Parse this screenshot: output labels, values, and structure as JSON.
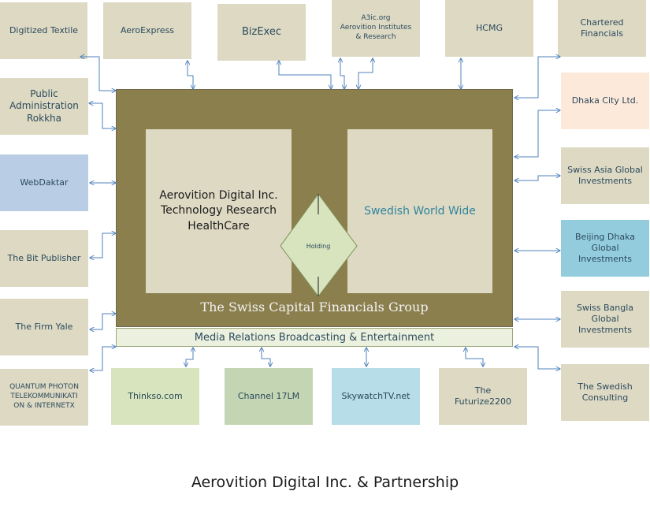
{
  "central": {
    "left_panel": "Aerovition Digital Inc.\nTechnology Research\nHealthCare",
    "right_panel": "Swedish World Wide",
    "holding": "Holding",
    "group_title": "The Swiss Capital Financials Group",
    "media_bar": "Media Relations Broadcasting & Entertainment"
  },
  "top_boxes": [
    {
      "label": "Digitized Textile"
    },
    {
      "label": "AeroExpress"
    },
    {
      "label": "BizExec"
    },
    {
      "label": "A3ic.org\nAerovition Institutes\n& Research"
    },
    {
      "label": "HCMG"
    },
    {
      "label": "Chartered\nFinancials"
    }
  ],
  "left_boxes": [
    {
      "label": "Public\nAdministration\nRokkha"
    },
    {
      "label": "WebDaktar"
    },
    {
      "label": "The Bit Publisher"
    },
    {
      "label": "The Firm Yale"
    },
    {
      "label": "QUANTUM PHOTON\nTELEKOMMUNIKATI\nON & INTERNETX"
    }
  ],
  "right_boxes": [
    {
      "label": "Dhaka City Ltd."
    },
    {
      "label": "Swiss Asia Global\nInvestments"
    },
    {
      "label": "Beijing Dhaka\nGlobal\nInvestments"
    },
    {
      "label": "Swiss Bangla\nGlobal\nInvestments"
    },
    {
      "label": "The Swedish\nConsulting"
    }
  ],
  "bottom_boxes": [
    {
      "label": "Thinkso.com"
    },
    {
      "label": "Channel 17LM"
    },
    {
      "label": "SkywatchTV.net"
    },
    {
      "label": "The\nFuturize2200"
    }
  ],
  "footer_title": "Aerovition Digital Inc. & Partnership",
  "colors": {
    "group_fill": "#8b7f4e",
    "panel_fill": "#ddd9c3",
    "arrow": "#4f81bd",
    "text": "#2c4a5c"
  }
}
